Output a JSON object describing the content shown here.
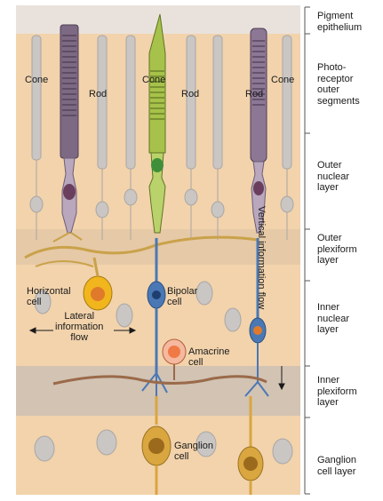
{
  "colors": {
    "background": "#f2d3ac",
    "rod_cells": "#c6c6c8",
    "cone_purple": "#7d6983",
    "cone_green": "#a7c24a",
    "horizontal_cell": "#f1b51e",
    "bipolar_cell": "#4a78b5",
    "amacrine_cell": "#f07a45",
    "ganglion_cell": "#d9a640",
    "plexiform_band": "#d2c3b3"
  },
  "cell_labels": {
    "cone_left": "Cone",
    "rod_left": "Rod",
    "cone_middle": "Cone",
    "rod_middle": "Rod",
    "rod_right": "Rod",
    "cone_right": "Cone",
    "horizontal": "Horizontal\ncell",
    "bipolar": "Bipolar\ncell",
    "lateral_flow": "Lateral\ninformation\nflow",
    "amacrine": "Amacrine\ncell",
    "ganglion": "Ganglion\ncell",
    "vertical_flow": "Vertical information flow"
  },
  "layers": [
    "Pigment\nepithelium",
    "Photo-\nreceptor\nouter\nsegments",
    "Outer\nnuclear\nlayer",
    "Outer\nplexiform\nlayer",
    "Inner\nnuclear\nlayer",
    "Inner\nplexiform\nlayer",
    "Ganglion\ncell layer"
  ]
}
